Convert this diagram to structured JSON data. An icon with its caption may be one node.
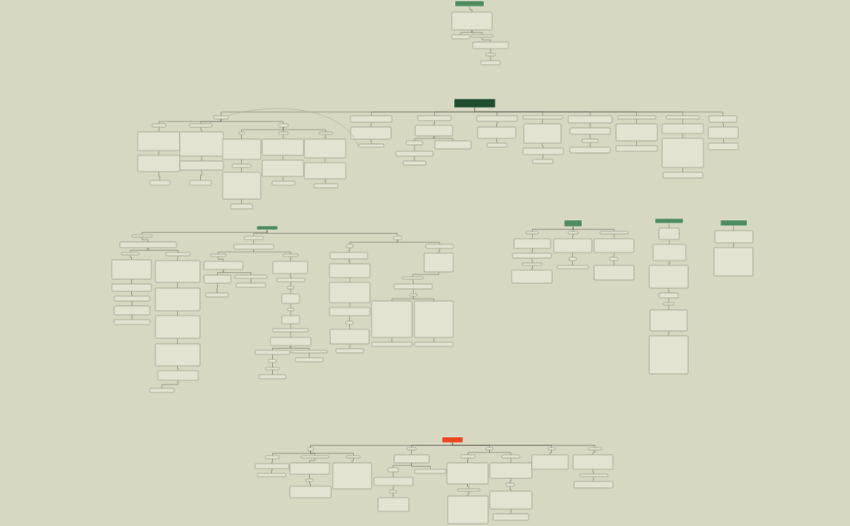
{
  "diagram": {
    "nodes": [
      {
        "text": [],
        "shape": "box"
      },
      {
        "text": [],
        "shape": "box"
      },
      {
        "text": [],
        "shape": "box"
      },
      {
        "text": [],
        "shape": "box"
      },
      {
        "text": [],
        "shape": "box"
      },
      {
        "text": [],
        "shape": "box"
      },
      {
        "text": [],
        "shape": "box"
      },
      {
        "text": [],
        "shape": "box"
      },
      {
        "text": [],
        "shape": "box"
      },
      {
        "text": [],
        "shape": "box"
      },
      {
        "text": [],
        "shape": "box"
      },
      {
        "text": [],
        "shape": "box"
      },
      {
        "text": [],
        "shape": "box"
      },
      {
        "text": [],
        "shape": "box"
      },
      {
        "text": [],
        "shape": "box"
      },
      {
        "text": [],
        "shape": "box"
      },
      {
        "text": [],
        "shape": "box"
      },
      {
        "text": [],
        "shape": "box"
      },
      {
        "text": [],
        "shape": "box"
      },
      {
        "text": [],
        "shape": "box"
      },
      {
        "text": [],
        "shape": "box"
      },
      {
        "text": [],
        "shape": "box"
      },
      {
        "text": [],
        "shape": "box"
      },
      {
        "text": [],
        "shape": "box"
      },
      {
        "text": [],
        "shape": "box"
      },
      {
        "text": [],
        "shape": "box"
      },
      {
        "text": [],
        "shape": "box"
      },
      {
        "text": [],
        "shape": "box"
      },
      {
        "text": [],
        "shape": "box"
      },
      {
        "text": [],
        "shape": "box"
      },
      {
        "text": [],
        "shape": "box"
      },
      {
        "text": [],
        "shape": "box"
      },
      {
        "text": [],
        "shape": "box"
      },
      {
        "text": [],
        "shape": "box"
      },
      {
        "text": [],
        "shape": "box"
      },
      {
        "text": [],
        "shape": "box"
      },
      {
        "text": [],
        "shape": "box"
      },
      {
        "text": [],
        "shape": "box"
      },
      {
        "text": [],
        "shape": "box"
      },
      {
        "text": [],
        "shape": "box"
      },
      {
        "text": [],
        "shape": "box"
      },
      {
        "text": [],
        "shape": "box"
      },
      {
        "text": [],
        "shape": "box"
      },
      {
        "text": [],
        "shape": "box"
      },
      {
        "text": [],
        "shape": "box"
      },
      {
        "text": [],
        "shape": "box"
      },
      {
        "text": [],
        "shape": "box"
      },
      {
        "text": [],
        "shape": "box"
      },
      {
        "text": [],
        "shape": "box"
      },
      {
        "text": [],
        "shape": "box"
      },
      {
        "text": [],
        "shape": "box"
      },
      {
        "text": [],
        "shape": "box"
      },
      {
        "text": [],
        "shape": "box"
      },
      {
        "text": [],
        "shape": "box"
      },
      {
        "text": [],
        "shape": "box"
      },
      {
        "text": [],
        "shape": "box"
      },
      {
        "text": [],
        "shape": "box"
      },
      {
        "text": [],
        "shape": "box"
      },
      {
        "text": [],
        "shape": "box"
      },
      {
        "text": [],
        "shape": "box"
      },
      {
        "text": [],
        "shape": "box"
      },
      {
        "text": [],
        "shape": "box"
      },
      {
        "text": [],
        "shape": "box"
      },
      {
        "text": [],
        "shape": "box"
      },
      {
        "text": [],
        "shape": "box"
      },
      {
        "text": [],
        "shape": "box"
      },
      {
        "text": [],
        "shape": "box"
      },
      {
        "text": [],
        "shape": "box"
      },
      {
        "text": [],
        "shape": "box"
      },
      {
        "text": [],
        "shape": "box"
      },
      {
        "text": [],
        "shape": "box"
      },
      {
        "text": [],
        "shape": "box"
      },
      {
        "text": [],
        "shape": "box"
      },
      {
        "text": [],
        "shape": "box"
      },
      {
        "text": [],
        "shape": "box"
      },
      {
        "text": [],
        "shape": "box"
      },
      {
        "text": [],
        "shape": "box"
      },
      {
        "text": [],
        "shape": "box"
      },
      {
        "text": [],
        "shape": "box"
      },
      {
        "text": [],
        "shape": "box"
      },
      {
        "text": [],
        "shape": "box"
      },
      {
        "text": [],
        "shape": "box"
      },
      {
        "text": [],
        "shape": "box"
      },
      {
        "text": [],
        "shape": "box"
      },
      {
        "text": [],
        "shape": "box"
      },
      {
        "text": [],
        "shape": "box"
      },
      {
        "text": [],
        "shape": "box"
      },
      {
        "text": [],
        "shape": "box"
      },
      {
        "text": [],
        "shape": "box"
      },
      {
        "text": [],
        "shape": "box"
      },
      {
        "text": [],
        "shape": "box"
      },
      {
        "text": [],
        "shape": "box"
      },
      {
        "text": [],
        "shape": "box"
      },
      {
        "text": [],
        "shape": "box"
      },
      {
        "text": [],
        "shape": "box"
      },
      {
        "text": [],
        "shape": "box"
      },
      {
        "text": [],
        "shape": "box"
      },
      {
        "text": [],
        "shape": "box"
      },
      {
        "text": [],
        "shape": "box"
      },
      {
        "text": [],
        "shape": "box"
      },
      {
        "text": [],
        "shape": "box"
      },
      {
        "text": [],
        "shape": "box"
      },
      {
        "text": [],
        "shape": "box"
      },
      {
        "text": [],
        "shape": "box"
      },
      {
        "text": [],
        "shape": "box"
      },
      {
        "text": [],
        "shape": "box"
      },
      {
        "text": [],
        "shape": "box"
      },
      {
        "text": [],
        "shape": "box"
      },
      {
        "text": [],
        "shape": "box"
      },
      {
        "text": [],
        "shape": "box"
      },
      {
        "text": [],
        "shape": "box"
      },
      {
        "text": [],
        "shape": "box"
      },
      {
        "text": [],
        "shape": "box"
      },
      {
        "text": [],
        "shape": "box"
      },
      {
        "text": [],
        "shape": "box"
      },
      {
        "text": [],
        "shape": "box"
      },
      {
        "text": [],
        "shape": "box"
      },
      {
        "text": [],
        "shape": "box"
      },
      {
        "text": [],
        "shape": "box"
      },
      {
        "text": [],
        "shape": "box"
      },
      {
        "text": [],
        "shape": "box"
      },
      {
        "text": [],
        "shape": "box"
      },
      {
        "text": [],
        "shape": "box"
      },
      {
        "text": [],
        "shape": "box"
      },
      {
        "text": [],
        "shape": "box"
      },
      {
        "text": [],
        "shape": "box"
      },
      {
        "text": [],
        "shape": "box"
      },
      {
        "text": [],
        "shape": "box"
      },
      {
        "text": [],
        "shape": "box"
      },
      {
        "text": [],
        "shape": "box"
      },
      {
        "text": [],
        "shape": "box"
      },
      {
        "text": [],
        "shape": "box"
      },
      {
        "text": [],
        "shape": "box"
      },
      {
        "text": [],
        "shape": "box"
      },
      {
        "text": [],
        "shape": "box"
      },
      {
        "text": [],
        "shape": "box"
      },
      {
        "text": [],
        "shape": "box"
      },
      {
        "text": [],
        "shape": "box"
      },
      {
        "text": [],
        "shape": "box"
      },
      {
        "text": [],
        "shape": "box"
      },
      {
        "text": [],
        "shape": "box"
      },
      {
        "text": [],
        "shape": "box"
      },
      {
        "text": [],
        "shape": "box"
      },
      {
        "text": [],
        "shape": "box"
      },
      {
        "text": [],
        "shape": "box"
      },
      {
        "text": [],
        "shape": "box"
      },
      {
        "text": [],
        "shape": "box"
      },
      {
        "text": [],
        "shape": "box"
      },
      {
        "text": [],
        "shape": "box"
      },
      {
        "text": [],
        "shape": "box"
      },
      {
        "text": [],
        "shape": "box"
      },
      {
        "text": [],
        "shape": "box"
      },
      {
        "text": [],
        "shape": "box"
      },
      {
        "text": [],
        "shape": "box"
      },
      {
        "text": [],
        "shape": "box"
      },
      {
        "text": [],
        "shape": "box"
      },
      {
        "text": [],
        "shape": "box"
      },
      {
        "text": [],
        "shape": "box"
      },
      {
        "text": [],
        "shape": "box"
      },
      {
        "text": [],
        "shape": "box"
      },
      {
        "text": [],
        "shape": "box"
      },
      {
        "text": [],
        "shape": "box"
      },
      {
        "text": [],
        "shape": "box"
      },
      {
        "text": [],
        "shape": "box"
      },
      {
        "text": [],
        "shape": "box"
      },
      {
        "text": [],
        "shape": "box"
      },
      {
        "text": [],
        "shape": "box"
      },
      {
        "text": [],
        "shape": "box"
      },
      {
        "text": [],
        "shape": "box"
      },
      {
        "text": [],
        "shape": "box"
      },
      {
        "text": [],
        "shape": "box"
      },
      {
        "text": [],
        "shape": "box"
      },
      {
        "text": [],
        "shape": "box"
      },
      {
        "text": [],
        "shape": "box"
      },
      {
        "text": [],
        "shape": "box"
      },
      {
        "text": [],
        "shape": "box"
      },
      {
        "text": [],
        "shape": "box"
      }
    ],
    "edges": [
      {
        "from": 0,
        "to": 1,
        "arrow": "none"
      },
      {
        "from": 1,
        "to": 2,
        "arrow": "none"
      },
      {
        "from": 1,
        "to": 3,
        "arrow": "none"
      },
      {
        "from": 3,
        "to": 4,
        "arrow": "none"
      },
      {
        "from": 4,
        "to": 5,
        "arrow": "none"
      },
      {
        "from": 5,
        "to": 6,
        "arrow": "none"
      },
      {
        "from": 7,
        "to": 8,
        "arrow": "none"
      },
      {
        "from": 7,
        "to": 9,
        "arrow": "none"
      },
      {
        "from": 7,
        "to": 10,
        "arrow": "none"
      },
      {
        "from": 7,
        "to": 11,
        "arrow": "none"
      },
      {
        "from": 7,
        "to": 12,
        "arrow": "none"
      },
      {
        "from": 7,
        "to": 13,
        "arrow": "none"
      },
      {
        "from": 7,
        "to": 14,
        "arrow": "none"
      },
      {
        "from": 7,
        "to": 15,
        "arrow": "none"
      },
      {
        "from": 7,
        "to": 16,
        "arrow": "none"
      },
      {
        "from": 8,
        "to": 17,
        "arrow": "none"
      },
      {
        "from": 8,
        "to": 18,
        "arrow": "none"
      },
      {
        "from": 8,
        "to": 19,
        "arrow": "none"
      },
      {
        "from": 17,
        "to": 20,
        "arrow": "none"
      },
      {
        "from": 20,
        "to": 21,
        "arrow": "none"
      },
      {
        "from": 21,
        "to": 22,
        "arrow": "none"
      },
      {
        "from": 18,
        "to": 23,
        "arrow": "none"
      },
      {
        "from": 23,
        "to": 24,
        "arrow": "none"
      },
      {
        "from": 24,
        "to": 25,
        "arrow": "none"
      },
      {
        "from": 19,
        "to": 26,
        "arrow": "none"
      },
      {
        "from": 19,
        "to": 27,
        "arrow": "none"
      },
      {
        "from": 19,
        "to": 28,
        "arrow": "none"
      },
      {
        "from": 26,
        "to": 29,
        "arrow": "none"
      },
      {
        "from": 29,
        "to": 30,
        "arrow": "none"
      },
      {
        "from": 30,
        "to": 31,
        "arrow": "none"
      },
      {
        "from": 31,
        "to": 32,
        "arrow": "none"
      },
      {
        "from": 27,
        "to": 33,
        "arrow": "none"
      },
      {
        "from": 33,
        "to": 34,
        "arrow": "none"
      },
      {
        "from": 34,
        "to": 35,
        "arrow": "none"
      },
      {
        "from": 28,
        "to": 36,
        "arrow": "none"
      },
      {
        "from": 36,
        "to": 37,
        "arrow": "none"
      },
      {
        "from": 37,
        "to": 38,
        "arrow": "none"
      },
      {
        "from": 9,
        "to": 39,
        "arrow": "none"
      },
      {
        "from": 39,
        "to": 40,
        "arrow": "none"
      },
      {
        "from": 10,
        "to": 41,
        "arrow": "none"
      },
      {
        "from": 41,
        "to": 42,
        "arrow": "none"
      },
      {
        "from": 41,
        "to": 43,
        "arrow": "none"
      },
      {
        "from": 42,
        "to": 44,
        "arrow": "none"
      },
      {
        "from": 44,
        "to": 45,
        "arrow": "none"
      },
      {
        "from": 11,
        "to": 46,
        "arrow": "none"
      },
      {
        "from": 46,
        "to": 47,
        "arrow": "none"
      },
      {
        "from": 12,
        "to": 48,
        "arrow": "none"
      },
      {
        "from": 48,
        "to": 49,
        "arrow": "none"
      },
      {
        "from": 49,
        "to": 50,
        "arrow": "none"
      },
      {
        "from": 13,
        "to": 51,
        "arrow": "none"
      },
      {
        "from": 51,
        "to": 52,
        "arrow": "none"
      },
      {
        "from": 52,
        "to": 53,
        "arrow": "none"
      },
      {
        "from": 14,
        "to": 54,
        "arrow": "none"
      },
      {
        "from": 54,
        "to": 55,
        "arrow": "none"
      },
      {
        "from": 15,
        "to": 56,
        "arrow": "none"
      },
      {
        "from": 56,
        "to": 57,
        "arrow": "none"
      },
      {
        "from": 57,
        "to": 58,
        "arrow": "none"
      },
      {
        "from": 16,
        "to": 59,
        "arrow": "none"
      },
      {
        "from": 59,
        "to": 60,
        "arrow": "none"
      },
      {
        "from": 8,
        "to": 40,
        "arrow": "none",
        "color": "#a9ab98"
      },
      {
        "from": 61,
        "to": 62,
        "arrow": "none"
      },
      {
        "from": 61,
        "to": 63,
        "arrow": "none"
      },
      {
        "from": 61,
        "to": 64,
        "arrow": "none"
      },
      {
        "from": 62,
        "to": 65,
        "arrow": "none"
      },
      {
        "from": 65,
        "to": 66,
        "arrow": "none"
      },
      {
        "from": 65,
        "to": 67,
        "arrow": "none"
      },
      {
        "from": 66,
        "to": 68,
        "arrow": "none"
      },
      {
        "from": 68,
        "to": 69,
        "arrow": "none"
      },
      {
        "from": 69,
        "to": 70,
        "arrow": "none"
      },
      {
        "from": 70,
        "to": 71,
        "arrow": "none"
      },
      {
        "from": 71,
        "to": 72,
        "arrow": "none"
      },
      {
        "from": 67,
        "to": 73,
        "arrow": "none"
      },
      {
        "from": 73,
        "to": 74,
        "arrow": "none"
      },
      {
        "from": 74,
        "to": 75,
        "arrow": "none"
      },
      {
        "from": 75,
        "to": 76,
        "arrow": "none"
      },
      {
        "from": 76,
        "to": 77,
        "arrow": "none"
      },
      {
        "from": 77,
        "to": 78,
        "arrow": "none"
      },
      {
        "from": 63,
        "to": 79,
        "arrow": "none"
      },
      {
        "from": 79,
        "to": 80,
        "arrow": "none"
      },
      {
        "from": 79,
        "to": 81,
        "arrow": "none"
      },
      {
        "from": 80,
        "to": 82,
        "arrow": "none"
      },
      {
        "from": 82,
        "to": 83,
        "arrow": "none"
      },
      {
        "from": 82,
        "to": 84,
        "arrow": "none"
      },
      {
        "from": 84,
        "to": 85,
        "arrow": "none"
      },
      {
        "from": 83,
        "to": 86,
        "arrow": "none"
      },
      {
        "from": 81,
        "to": 87,
        "arrow": "none"
      },
      {
        "from": 87,
        "to": 88,
        "arrow": "none"
      },
      {
        "from": 88,
        "to": 89,
        "arrow": "none"
      },
      {
        "from": 89,
        "to": 90,
        "arrow": "none"
      },
      {
        "from": 90,
        "to": 91,
        "arrow": "none"
      },
      {
        "from": 91,
        "to": 92,
        "arrow": "none"
      },
      {
        "from": 92,
        "to": 93,
        "arrow": "none"
      },
      {
        "from": 93,
        "to": 94,
        "arrow": "none"
      },
      {
        "from": 94,
        "to": 95,
        "arrow": "none"
      },
      {
        "from": 94,
        "to": 96,
        "arrow": "none"
      },
      {
        "from": 95,
        "to": 97,
        "arrow": "none"
      },
      {
        "from": 97,
        "to": 98,
        "arrow": "none"
      },
      {
        "from": 98,
        "to": 99,
        "arrow": "none"
      },
      {
        "from": 96,
        "to": 100,
        "arrow": "none"
      },
      {
        "from": 64,
        "to": 101,
        "arrow": "none"
      },
      {
        "from": 64,
        "to": 102,
        "arrow": "none"
      },
      {
        "from": 101,
        "to": 103,
        "arrow": "none"
      },
      {
        "from": 103,
        "to": 104,
        "arrow": "none"
      },
      {
        "from": 104,
        "to": 105,
        "arrow": "none"
      },
      {
        "from": 105,
        "to": 106,
        "arrow": "none"
      },
      {
        "from": 106,
        "to": 107,
        "arrow": "none"
      },
      {
        "from": 107,
        "to": 108,
        "arrow": "none"
      },
      {
        "from": 108,
        "to": 109,
        "arrow": "none"
      },
      {
        "from": 102,
        "to": 110,
        "arrow": "none"
      },
      {
        "from": 110,
        "to": 111,
        "arrow": "none"
      },
      {
        "from": 111,
        "to": 112,
        "arrow": "none"
      },
      {
        "from": 112,
        "to": 113,
        "arrow": "none"
      },
      {
        "from": 113,
        "to": 114,
        "arrow": "none"
      },
      {
        "from": 113,
        "to": 115,
        "arrow": "none"
      },
      {
        "from": 114,
        "to": 116,
        "arrow": "none"
      },
      {
        "from": 115,
        "to": 117,
        "arrow": "none"
      },
      {
        "from": 118,
        "to": 119,
        "arrow": "none"
      },
      {
        "from": 118,
        "to": 120,
        "arrow": "none"
      },
      {
        "from": 118,
        "to": 121,
        "arrow": "none"
      },
      {
        "from": 119,
        "to": 122,
        "arrow": "none"
      },
      {
        "from": 122,
        "to": 123,
        "arrow": "none"
      },
      {
        "from": 123,
        "to": 124,
        "arrow": "none"
      },
      {
        "from": 124,
        "to": 125,
        "arrow": "none"
      },
      {
        "from": 120,
        "to": 126,
        "arrow": "none"
      },
      {
        "from": 126,
        "to": 127,
        "arrow": "none"
      },
      {
        "from": 127,
        "to": 128,
        "arrow": "none"
      },
      {
        "from": 121,
        "to": 129,
        "arrow": "none"
      },
      {
        "from": 129,
        "to": 130,
        "arrow": "none"
      },
      {
        "from": 130,
        "to": 131,
        "arrow": "none"
      },
      {
        "from": 132,
        "to": 133,
        "arrow": "none"
      },
      {
        "from": 133,
        "to": 134,
        "arrow": "none"
      },
      {
        "from": 134,
        "to": 135,
        "arrow": "none"
      },
      {
        "from": 135,
        "to": 136,
        "arrow": "none"
      },
      {
        "from": 136,
        "to": 137,
        "arrow": "none"
      },
      {
        "from": 137,
        "to": 138,
        "arrow": "none"
      },
      {
        "from": 138,
        "to": 139,
        "arrow": "none"
      },
      {
        "from": 140,
        "to": 141,
        "arrow": "none"
      },
      {
        "from": 141,
        "to": 142,
        "arrow": "none"
      },
      {
        "from": 143,
        "to": 144,
        "arrow": "none"
      },
      {
        "from": 143,
        "to": 145,
        "arrow": "none"
      },
      {
        "from": 143,
        "to": 146,
        "arrow": "none"
      },
      {
        "from": 143,
        "to": 147,
        "arrow": "none"
      },
      {
        "from": 143,
        "to": 148,
        "arrow": "none"
      },
      {
        "from": 144,
        "to": 149,
        "arrow": "none"
      },
      {
        "from": 144,
        "to": 150,
        "arrow": "none"
      },
      {
        "from": 144,
        "to": 151,
        "arrow": "none"
      },
      {
        "from": 149,
        "to": 152,
        "arrow": "none"
      },
      {
        "from": 152,
        "to": 153,
        "arrow": "none"
      },
      {
        "from": 150,
        "to": 154,
        "arrow": "none"
      },
      {
        "from": 154,
        "to": 155,
        "arrow": "none"
      },
      {
        "from": 155,
        "to": 156,
        "arrow": "none"
      },
      {
        "from": 151,
        "to": 157,
        "arrow": "none"
      },
      {
        "from": 145,
        "to": 158,
        "arrow": "none"
      },
      {
        "from": 158,
        "to": 159,
        "arrow": "none"
      },
      {
        "from": 158,
        "to": 160,
        "arrow": "none"
      },
      {
        "from": 159,
        "to": 161,
        "arrow": "none"
      },
      {
        "from": 161,
        "to": 162,
        "arrow": "none"
      },
      {
        "from": 162,
        "to": 163,
        "arrow": "none"
      },
      {
        "from": 146,
        "to": 164,
        "arrow": "none"
      },
      {
        "from": 146,
        "to": 165,
        "arrow": "none"
      },
      {
        "from": 164,
        "to": 166,
        "arrow": "none"
      },
      {
        "from": 166,
        "to": 167,
        "arrow": "none"
      },
      {
        "from": 167,
        "to": 168,
        "arrow": "none"
      },
      {
        "from": 165,
        "to": 169,
        "arrow": "none"
      },
      {
        "from": 169,
        "to": 170,
        "arrow": "none"
      },
      {
        "from": 170,
        "to": 171,
        "arrow": "none"
      },
      {
        "from": 171,
        "to": 172,
        "arrow": "none"
      },
      {
        "from": 147,
        "to": 173,
        "arrow": "none"
      },
      {
        "from": 148,
        "to": 174,
        "arrow": "none"
      },
      {
        "from": 174,
        "to": 175,
        "arrow": "none"
      },
      {
        "from": 175,
        "to": 176,
        "arrow": "none"
      }
    ]
  }
}
